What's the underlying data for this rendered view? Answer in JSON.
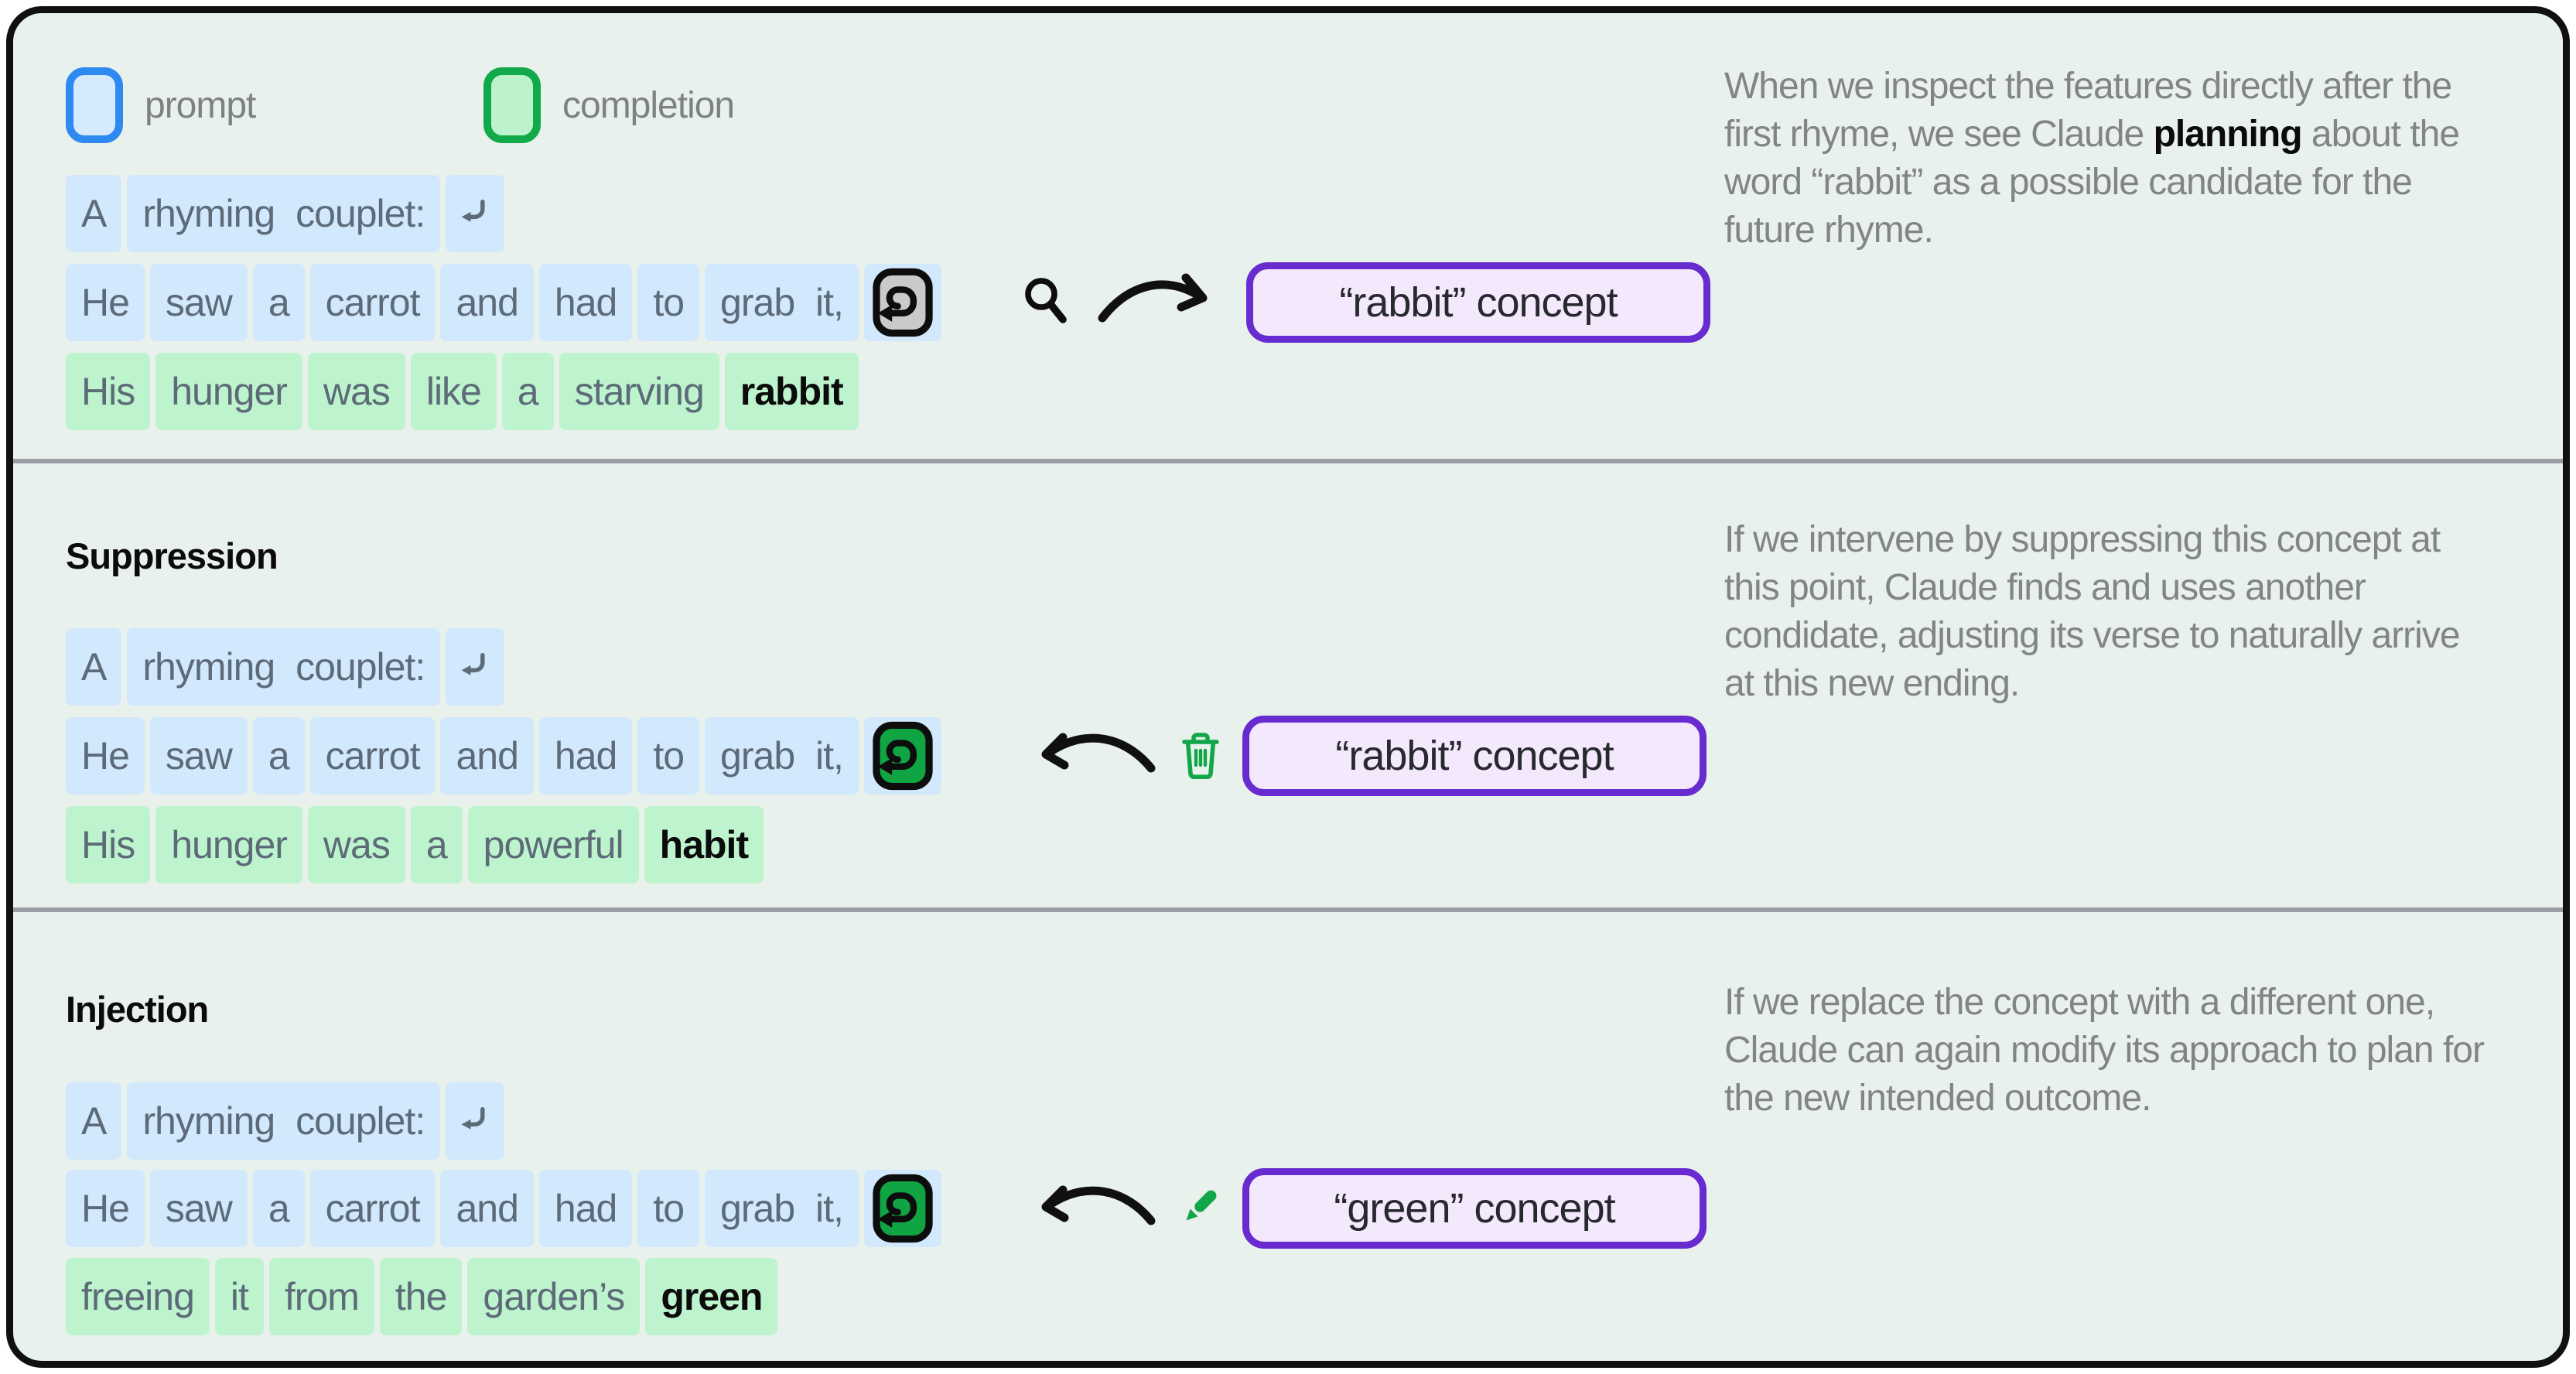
{
  "colors": {
    "canvas_bg": "#e9f1ed",
    "frame_border": "#101010",
    "prompt_chip_bg": "#d2e8fc",
    "prompt_legend_border": "#2e8af0",
    "completion_chip_bg": "#bdf4cd",
    "completion_legend_border": "#12a94a",
    "token_text": "#5d6b79",
    "bold_token_text": "#0b0b0b",
    "concept_border": "#672bd0",
    "concept_bg": "#f3e8fc",
    "divider": "#9b9fa3",
    "paragraph_text": "#828487",
    "icon_green": "#11a748",
    "newline_box_gray": "#c9cbca",
    "newline_box_green": "#10a442"
  },
  "legend": {
    "prompt_label": "prompt",
    "completion_label": "completion"
  },
  "sections": [
    {
      "heading": "",
      "rows": [
        {
          "tokens": [
            {
              "t": "A",
              "c": "prompt"
            },
            {
              "t": "rhyming couplet:",
              "c": "prompt"
            },
            {
              "icon": "return-glyph",
              "c": "prompt"
            }
          ]
        },
        {
          "tokens": [
            {
              "t": "He",
              "c": "prompt"
            },
            {
              "t": "saw",
              "c": "prompt"
            },
            {
              "t": "a",
              "c": "prompt"
            },
            {
              "t": "carrot",
              "c": "prompt"
            },
            {
              "t": "and",
              "c": "prompt"
            },
            {
              "t": "had",
              "c": "prompt"
            },
            {
              "t": "to",
              "c": "prompt"
            },
            {
              "t": "grab it,",
              "c": "prompt"
            },
            {
              "icon": "return-box-gray",
              "c": "prompt"
            }
          ]
        },
        {
          "tokens": [
            {
              "t": "His",
              "c": "completion"
            },
            {
              "t": "hunger",
              "c": "completion"
            },
            {
              "t": "was",
              "c": "completion"
            },
            {
              "t": "like",
              "c": "completion"
            },
            {
              "t": "a",
              "c": "completion"
            },
            {
              "t": "starving",
              "c": "completion"
            },
            {
              "t": "rabbit",
              "c": "completion",
              "bold": true
            }
          ]
        }
      ],
      "annotation": {
        "icon": "magnifier-icon",
        "arrow": "curved-arrow-right",
        "concept_label": "“rabbit” concept"
      },
      "paragraph": {
        "pre": "When we inspect the features directly after the first rhyme, we see Claude ",
        "bold": "planning",
        "post": " about the word “rabbit” as a possible candidate for the future rhyme."
      }
    },
    {
      "heading": "Suppression",
      "rows": [
        {
          "tokens": [
            {
              "t": "A",
              "c": "prompt"
            },
            {
              "t": "rhyming couplet:",
              "c": "prompt"
            },
            {
              "icon": "return-glyph",
              "c": "prompt"
            }
          ]
        },
        {
          "tokens": [
            {
              "t": "He",
              "c": "prompt"
            },
            {
              "t": "saw",
              "c": "prompt"
            },
            {
              "t": "a",
              "c": "prompt"
            },
            {
              "t": "carrot",
              "c": "prompt"
            },
            {
              "t": "and",
              "c": "prompt"
            },
            {
              "t": "had",
              "c": "prompt"
            },
            {
              "t": "to",
              "c": "prompt"
            },
            {
              "t": "grab it,",
              "c": "prompt"
            },
            {
              "icon": "return-box-green",
              "c": "prompt"
            }
          ]
        },
        {
          "tokens": [
            {
              "t": "His",
              "c": "completion"
            },
            {
              "t": "hunger",
              "c": "completion"
            },
            {
              "t": "was",
              "c": "completion"
            },
            {
              "t": "a",
              "c": "completion"
            },
            {
              "t": "powerful",
              "c": "completion"
            },
            {
              "t": "habit",
              "c": "completion",
              "bold": true
            }
          ]
        }
      ],
      "annotation": {
        "icon": "trash-icon",
        "arrow": "curved-arrow-left",
        "concept_label": "“rabbit” concept"
      },
      "paragraph": {
        "text": "If we intervene by suppressing this concept at this point, Claude finds and uses another condidate, adjusting its verse to naturally arrive at this new ending."
      }
    },
    {
      "heading": "Injection",
      "rows": [
        {
          "tokens": [
            {
              "t": "A",
              "c": "prompt"
            },
            {
              "t": "rhyming couplet:",
              "c": "prompt"
            },
            {
              "icon": "return-glyph",
              "c": "prompt"
            }
          ]
        },
        {
          "tokens": [
            {
              "t": "He",
              "c": "prompt"
            },
            {
              "t": "saw",
              "c": "prompt"
            },
            {
              "t": "a",
              "c": "prompt"
            },
            {
              "t": "carrot",
              "c": "prompt"
            },
            {
              "t": "and",
              "c": "prompt"
            },
            {
              "t": "had",
              "c": "prompt"
            },
            {
              "t": "to",
              "c": "prompt"
            },
            {
              "t": "grab it,",
              "c": "prompt"
            },
            {
              "icon": "return-box-green",
              "c": "prompt"
            }
          ]
        },
        {
          "tokens": [
            {
              "t": "freeing",
              "c": "completion"
            },
            {
              "t": "it",
              "c": "completion"
            },
            {
              "t": "from",
              "c": "completion"
            },
            {
              "t": "the",
              "c": "completion"
            },
            {
              "t": "garden’s",
              "c": "completion"
            },
            {
              "t": "green",
              "c": "completion",
              "bold": true
            }
          ]
        }
      ],
      "annotation": {
        "icon": "pencil-icon",
        "arrow": "curved-arrow-left",
        "concept_label": "“green” concept"
      },
      "paragraph": {
        "text": "If we replace the concept with a different one, Claude can again modify its approach to plan for the new intended outcome."
      }
    }
  ]
}
